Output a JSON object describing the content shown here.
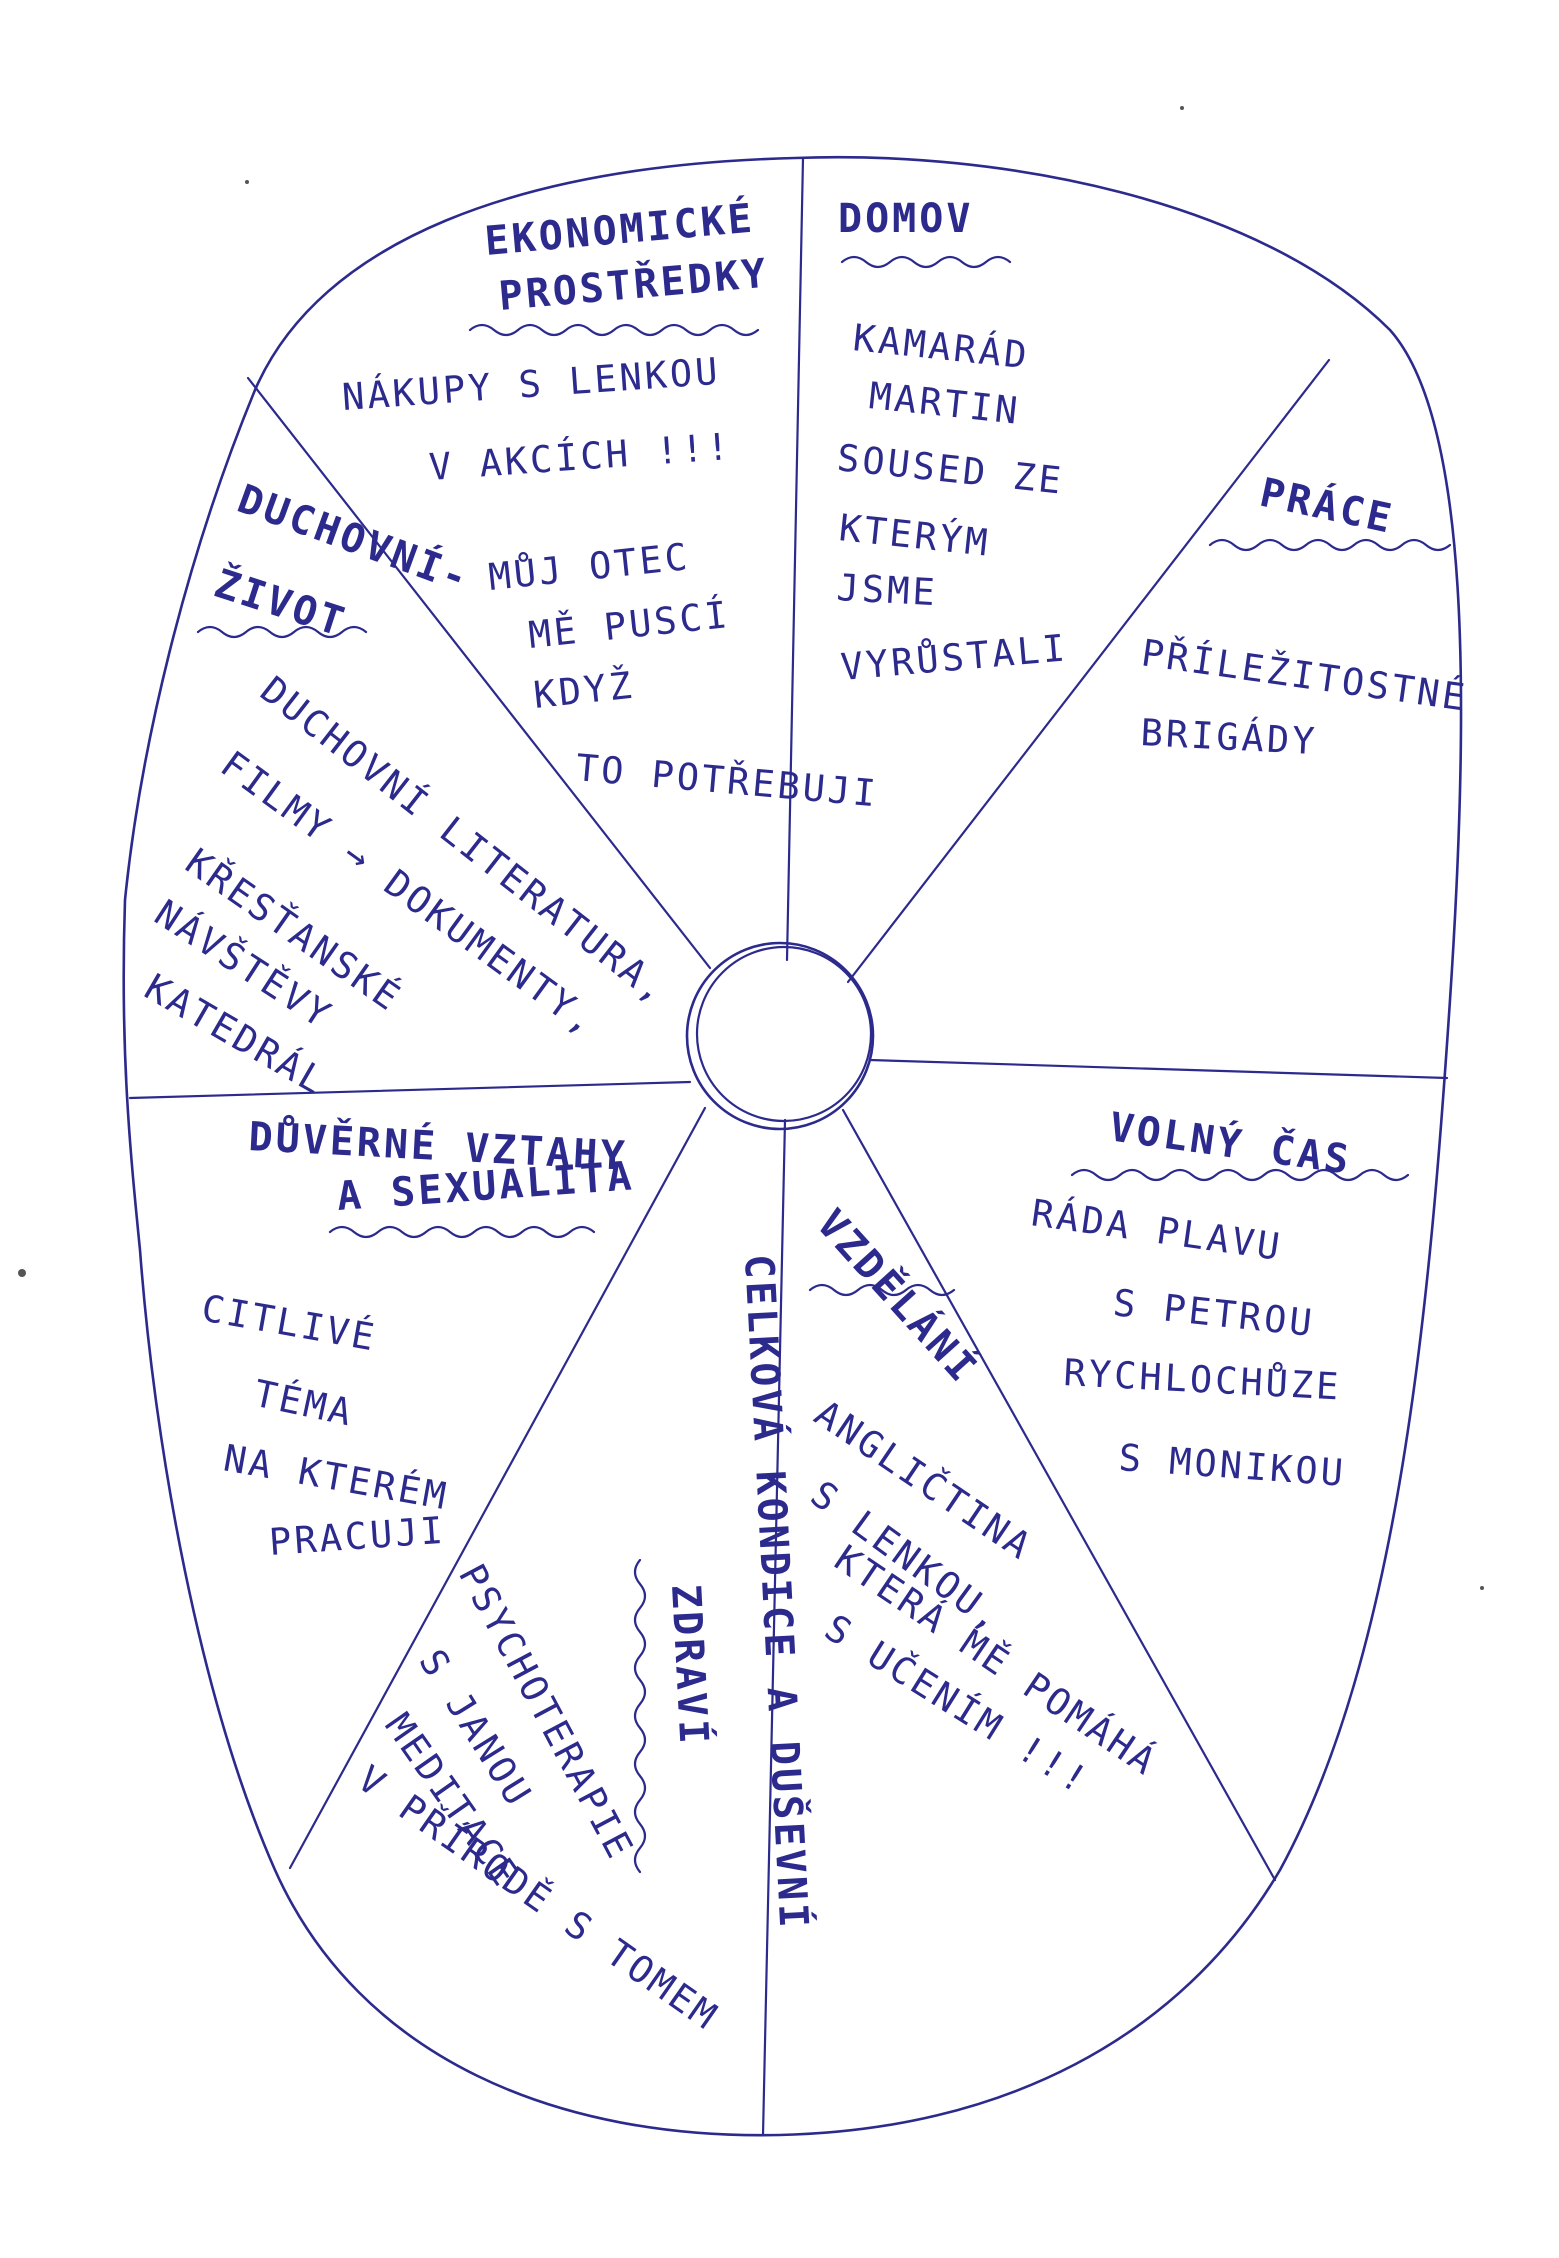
{
  "diagram": {
    "colors": {
      "ink": "#2c2a8c",
      "paper": "#ffffff"
    },
    "segments": {
      "economic": {
        "title": [
          "EKONOMICKÉ",
          "PROSTŘEDKY"
        ],
        "lines": [
          "NÁKUPY S LENKOU",
          "V AKCÍCH !!!",
          "MŮJ OTEC",
          "MĚ PUSCÍ",
          "KDYŽ",
          "TO POTŘEBUJI"
        ]
      },
      "home": {
        "title": [
          "DOMOV"
        ],
        "lines": [
          "KAMARÁD",
          "MARTIN",
          "SOUSED ZE",
          "KTERÝM",
          "JSME",
          "VYRŮSTALI"
        ]
      },
      "work": {
        "title": [
          "PRÁCE"
        ],
        "lines": [
          "PŘÍLEŽITOSTNÉ",
          "BRIGÁDY"
        ]
      },
      "spiritual": {
        "title": [
          "DUCHOVNÍ-",
          "ŽIVOT"
        ],
        "lines": [
          "DUCHOVNÍ LITERATURA,",
          "FILMY → DOKUMENTY,",
          "KŘESŤANSKÉ",
          "NÁVŠTĚVY",
          "KATEDRÁL"
        ]
      },
      "leisure": {
        "title": [
          "VOLNÝ ČAS"
        ],
        "lines": [
          "RÁDA PLAVU",
          "S PETROU",
          "RYCHLOCHŮZE",
          "S MONIKOU"
        ]
      },
      "intimate": {
        "title": [
          "DŮVĚRNÉ VZTAHY",
          "A SEXUALITA"
        ],
        "lines": [
          "CITLIVÉ",
          "TÉMA",
          "NA KTERÉM",
          "PRACUJI"
        ]
      },
      "health": {
        "title": [
          "CELKOVÁ KONDICE A DUŠEVNÍ",
          "ZDRAVÍ"
        ],
        "lines": [
          "PSYCHOTERAPIE",
          "S JANOU",
          "MEDITACE",
          "V PŘÍRODĚ S TOMEM"
        ]
      },
      "education": {
        "title": [
          "VZDĚLÁNÍ"
        ],
        "lines": [
          "ANGLIČTINA",
          "S LENKOU,",
          "KTERÁ MĚ POMÁHÁ",
          "S UČENÍM !!!"
        ]
      }
    }
  }
}
